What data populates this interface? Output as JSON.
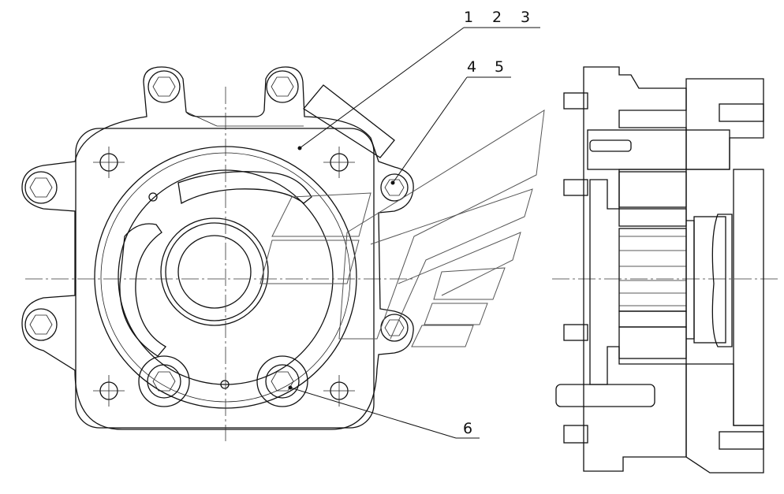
{
  "callouts": {
    "c1": "1",
    "c2": "2",
    "c3": "3",
    "c4": "4",
    "c5": "5",
    "c6": "6"
  },
  "colors": {
    "line": "#111111",
    "background": "#ffffff",
    "watermark": "#555555"
  },
  "icons": [
    "bolt-head-icon",
    "leader-dot-icon",
    "watermark-logo-icon"
  ]
}
